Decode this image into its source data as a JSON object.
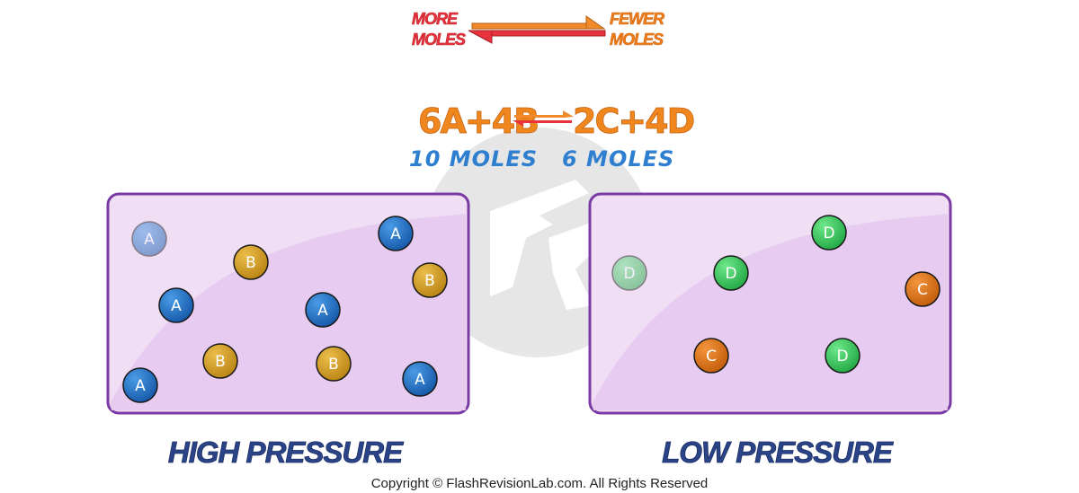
{
  "equilibrium_header": {
    "left_label": [
      "MORE",
      "MOLES"
    ],
    "right_label": [
      "FEWER",
      "MOLES"
    ]
  },
  "equation": {
    "reactants": "6A+4B",
    "products": "2C+4D",
    "reactant_moles": "10 MOLES",
    "product_moles": "6 MOLES"
  },
  "containers": [
    {
      "label": "HIGH PRESSURE",
      "molecules": [
        {
          "letter": "A",
          "faded": true
        },
        {
          "letter": "B",
          "faded": false
        },
        {
          "letter": "A",
          "faded": false
        },
        {
          "letter": "B",
          "faded": false
        },
        {
          "letter": "A",
          "faded": false
        },
        {
          "letter": "A",
          "faded": false
        },
        {
          "letter": "B",
          "faded": false
        },
        {
          "letter": "A",
          "faded": false
        },
        {
          "letter": "B",
          "faded": false
        },
        {
          "letter": "A",
          "faded": false
        }
      ]
    },
    {
      "label": "LOW PRESSURE",
      "molecules": [
        {
          "letter": "D",
          "faded": false
        },
        {
          "letter": "D",
          "faded": true
        },
        {
          "letter": "D",
          "faded": false
        },
        {
          "letter": "C",
          "faded": false
        },
        {
          "letter": "C",
          "faded": false
        },
        {
          "letter": "D",
          "faded": false
        }
      ]
    }
  ],
  "molecule_colors": {
    "A": "#1e73c8",
    "B": "#d4a02a",
    "C": "#e07317",
    "D": "#3dcc5e"
  },
  "container_colors": {
    "border": "#7a3aa3",
    "fill": "#f0def5",
    "highlight": "#e6c9ef"
  },
  "copyright": "Copyright © FlashRevisionLab.com. All Rights Reserved"
}
